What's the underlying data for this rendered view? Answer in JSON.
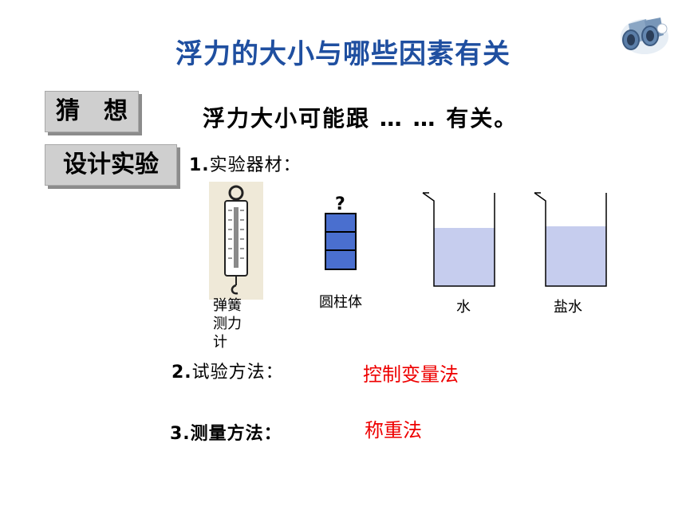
{
  "header": {
    "title": "浮力的大小与哪些因素有关"
  },
  "sections": {
    "guess_tag": "猜　想",
    "guess_text": "浮力大小可能跟 … … 有关。",
    "design_tag": "设计实验"
  },
  "materials": {
    "label_num": "1.",
    "label_text": "实验器材：",
    "spring_scale": "弹簧测力计",
    "cylinder": "圆柱体",
    "cylinder_mark": "?",
    "water": "水",
    "salt_water": "盐水"
  },
  "method": {
    "label_num": "2.",
    "label_text": "试验方法：",
    "value": "控制变量法"
  },
  "measure": {
    "label_num": "3.",
    "label_text": "测量方法：",
    "value": "称重法"
  },
  "colors": {
    "title": "#1f4fa0",
    "value": "#ee0000",
    "liquid": "#c6cdee",
    "tag_bg": "#cfcfcf"
  }
}
